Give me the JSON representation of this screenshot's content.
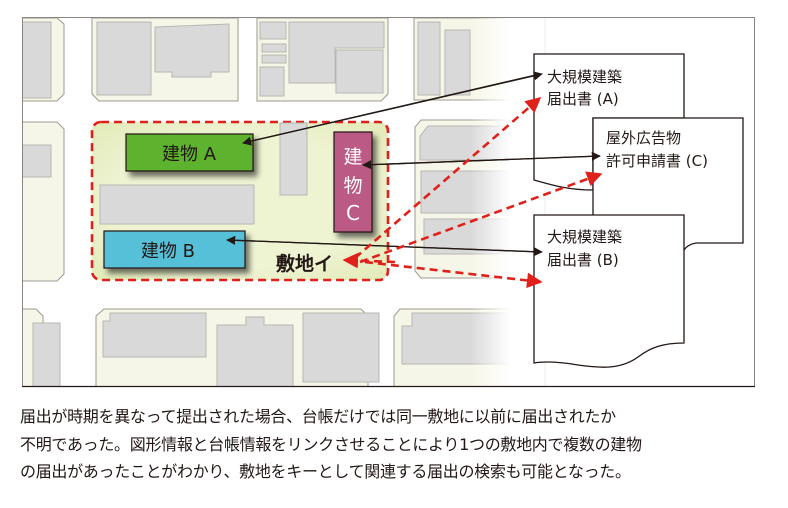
{
  "diagram": {
    "buildings": [
      {
        "id": "A",
        "label": "建物 A",
        "color": "#5db22e"
      },
      {
        "id": "B",
        "label": "建物 B",
        "color": "#57c0d8"
      },
      {
        "id": "C",
        "label_lines": [
          "建",
          "物",
          "C"
        ],
        "color": "#bb5a85"
      }
    ],
    "site": {
      "label": "敷地イ",
      "fill": "#e8f0c8",
      "border": "#e0201b"
    },
    "documents": [
      {
        "id": "A",
        "lines": [
          "大規模建築",
          "届出書 (A)"
        ]
      },
      {
        "id": "C",
        "lines": [
          "屋外広告物",
          "許可申請書 (C)"
        ]
      },
      {
        "id": "B",
        "lines": [
          "大規模建築",
          "届出書 (B)"
        ]
      }
    ],
    "links": [
      {
        "from": "document-A",
        "to": "building-A",
        "style": "solid",
        "color": "#231815"
      },
      {
        "from": "document-C",
        "to": "building-C",
        "style": "solid",
        "color": "#231815"
      },
      {
        "from": "document-B",
        "to": "building-B",
        "style": "solid",
        "color": "#231815"
      },
      {
        "from": "site",
        "to": "document-A",
        "style": "dashed",
        "color": "#e0201b"
      },
      {
        "from": "site",
        "to": "document-C",
        "style": "dashed",
        "color": "#e0201b"
      },
      {
        "from": "site",
        "to": "document-B",
        "style": "dashed",
        "color": "#e0201b"
      }
    ]
  },
  "caption": {
    "lines": [
      "届出が時期を異なって提出された場合、台帳だけでは同一敷地に以前に届出されたか",
      "不明であった。図形情報と台帳情報をリンクさせることにより1つの敷地内で複数の建物",
      "の届出があったことがわかり、敷地をキーとして関連する届出の検索も可能となった。"
    ]
  }
}
